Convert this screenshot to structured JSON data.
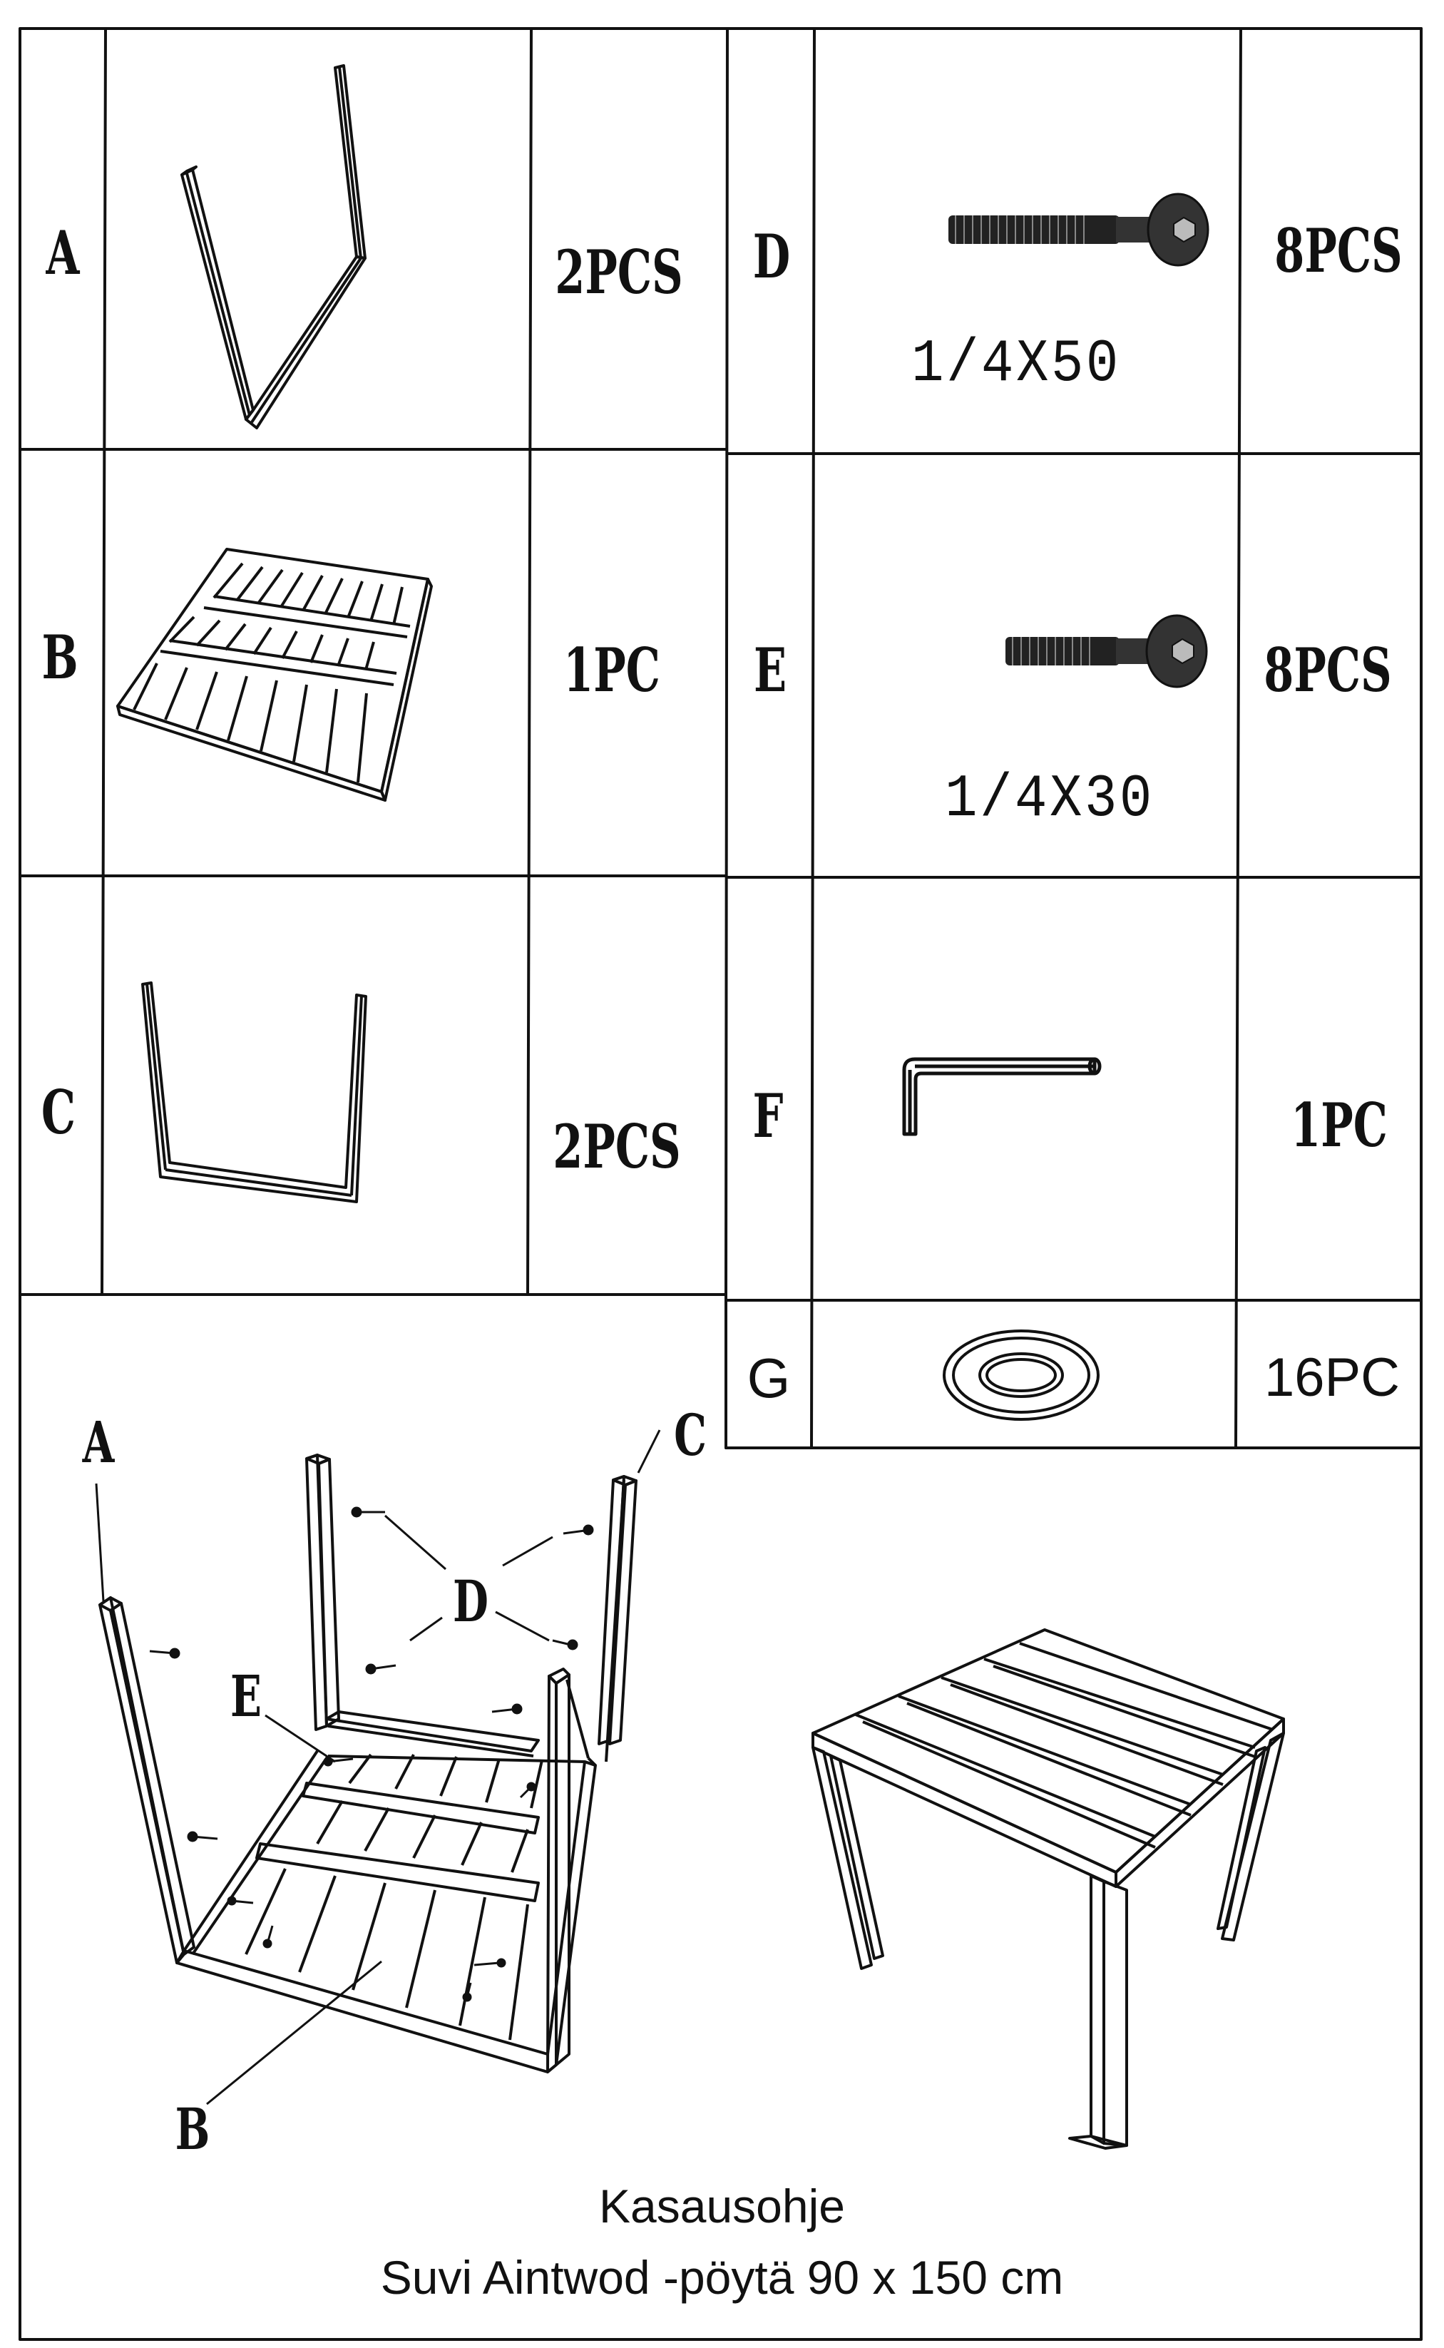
{
  "parts": [
    {
      "letter": "A",
      "qty": "2PCS"
    },
    {
      "letter": "B",
      "qty": "1PC"
    },
    {
      "letter": "C",
      "qty": "2PCS"
    },
    {
      "letter": "D",
      "qty": "8PCS",
      "size": "1/4X50"
    },
    {
      "letter": "E",
      "qty": "8PCS",
      "size": "1/4X30"
    },
    {
      "letter": "F",
      "qty": "1PC"
    },
    {
      "letter": "G",
      "qty": "16PC"
    }
  ],
  "assembly": {
    "callouts": {
      "a": "A",
      "b": "B",
      "c": "C",
      "d": "D",
      "e": "E"
    }
  },
  "footer": {
    "title": "Kasausohje",
    "subtitle": "Suvi Aintwod -pöytä 90 x 150 cm"
  }
}
